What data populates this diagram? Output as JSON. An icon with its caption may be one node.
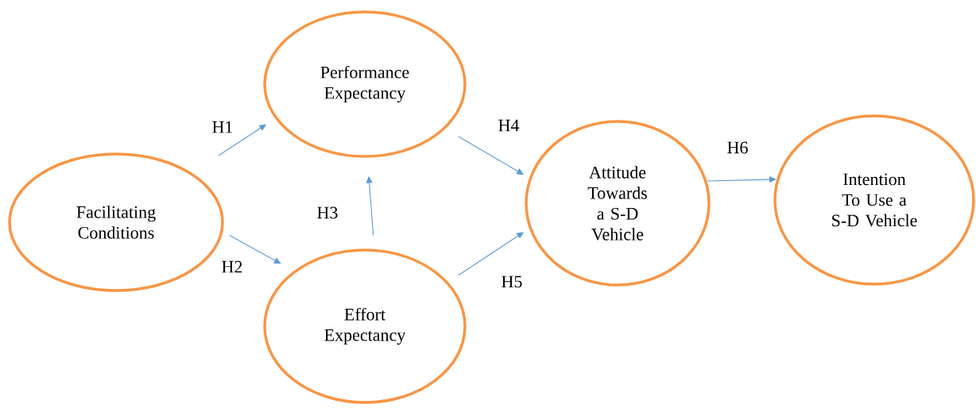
{
  "diagram": {
    "nodes": [
      {
        "text": [
          "Facilitating Conditions"
        ]
      },
      {
        "text": [
          "Performance Expectancy"
        ]
      },
      {
        "text": [
          "Effort Expectancy"
        ]
      },
      {
        "text": [
          "Attitude Towards a S-D Vehicle"
        ]
      },
      {
        "text": [
          "Intention To Use a S-D Vehicle"
        ]
      }
    ],
    "edges": [
      {
        "from": 0,
        "to": 1,
        "arrow": "to",
        "label": "H1"
      },
      {
        "from": 0,
        "to": 2,
        "arrow": "to",
        "label": "H2"
      },
      {
        "from": 2,
        "to": 1,
        "arrow": "to",
        "label": "H3"
      },
      {
        "from": 1,
        "to": 3,
        "arrow": "to",
        "label": "H4"
      },
      {
        "from": 2,
        "to": 3,
        "arrow": "to",
        "label": "H5"
      },
      {
        "from": 3,
        "to": 4,
        "arrow": "to",
        "label": "H6"
      }
    ]
  }
}
